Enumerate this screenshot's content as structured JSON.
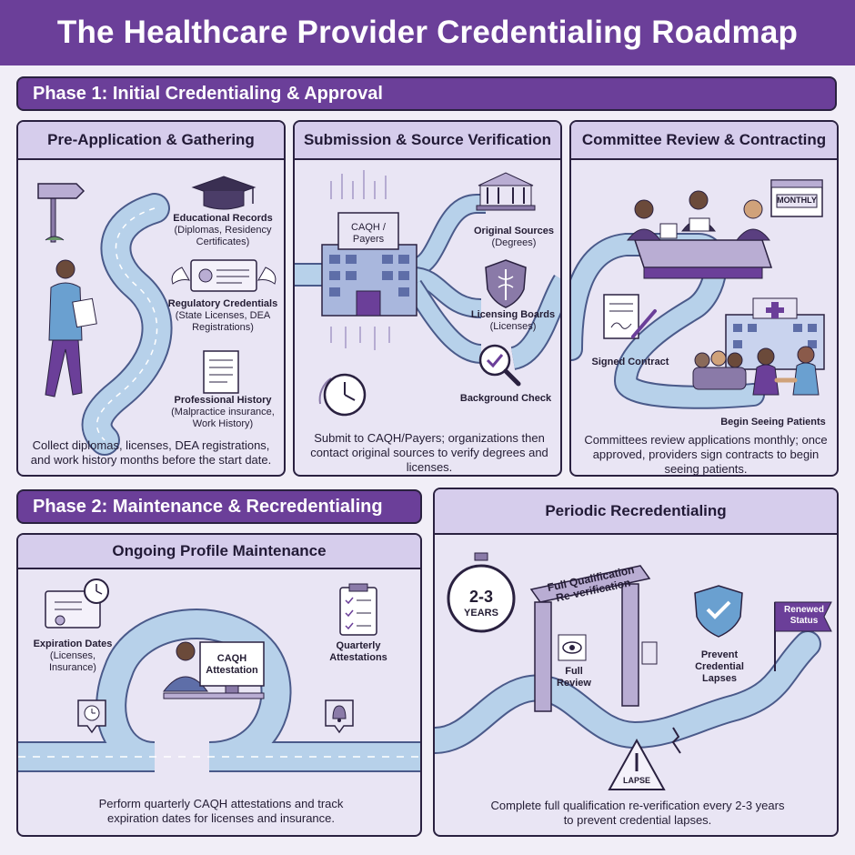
{
  "title": "The Healthcare Provider Credentialing Roadmap",
  "phase1": {
    "label": "Phase 1: Initial Credentialing & Approval",
    "panels": [
      {
        "title": "Pre-Application & Gathering",
        "items": [
          {
            "heading": "Educational Records",
            "sub": "(Diplomas, Residency Certificates)"
          },
          {
            "heading": "Regulatory Credentials",
            "sub": "(State Licenses, DEA Registrations)"
          },
          {
            "heading": "Professional History",
            "sub": "(Malpractice insurance, Work History)"
          }
        ],
        "description": "Collect diplomas, licenses, DEA registrations, and work history months before the start date."
      },
      {
        "title": "Submission & Source Verification",
        "building_label": "CAQH / Payers",
        "items": [
          {
            "heading": "Original Sources",
            "sub": "(Degrees)"
          },
          {
            "heading": "Licensing Boards",
            "sub": "(Licenses)"
          },
          {
            "heading": "Background Check",
            "sub": ""
          }
        ],
        "description": "Submit to CAQH/Payers; organizations then contact original sources to verify degrees and licenses."
      },
      {
        "title": "Committee Review & Contracting",
        "calendar_label": "MONTHLY",
        "items": [
          {
            "heading": "Signed Contract",
            "sub": ""
          },
          {
            "heading": "Begin Seeing Patients",
            "sub": ""
          }
        ],
        "description": "Committees review applications monthly; once approved, providers sign contracts to begin seeing patients."
      }
    ]
  },
  "phase2": {
    "label": "Phase 2: Maintenance & Recredentialing",
    "panels": [
      {
        "title": "Ongoing Profile Maintenance",
        "screen_label": "CAQH Attestation",
        "items": [
          {
            "heading": "Expiration Dates",
            "sub": "(Licenses, Insurance)"
          },
          {
            "heading": "Quarterly Attestations",
            "sub": ""
          }
        ],
        "description": "Perform quarterly CAQH attestations and track expiration dates for licenses and insurance."
      },
      {
        "title": "Periodic Recredentialing",
        "timer_value": "2-3",
        "timer_unit": "YEARS",
        "gate_label": "Full Qualification Re-verification",
        "flag_label": "Renewed Status",
        "warning_label": "LAPSE",
        "items": [
          {
            "heading": "Full Review",
            "sub": ""
          },
          {
            "heading": "Prevent Credential Lapses",
            "sub": ""
          }
        ],
        "description": "Complete full qualification re-verification every 2-3 years to prevent credential lapses."
      }
    ]
  },
  "colors": {
    "purple": "#6b3f99",
    "road": "#b7d1ea",
    "road_edge": "#4a5a8a",
    "panel": "#e9e5f4"
  }
}
